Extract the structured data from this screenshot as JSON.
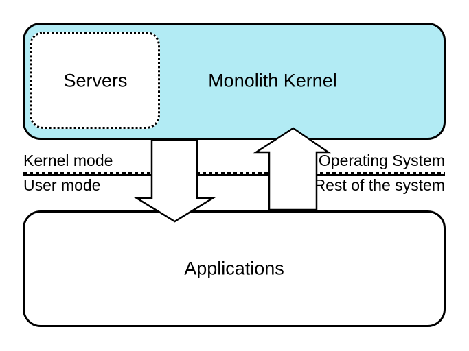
{
  "diagram": {
    "colors": {
      "kernel_fill": "#B2EBF4",
      "box_fill": "#FFFFFF",
      "stroke": "#000000"
    },
    "boxes": {
      "kernel": {
        "label": "Monolith Kernel"
      },
      "servers": {
        "label": "Servers"
      },
      "applications": {
        "label": "Applications"
      }
    },
    "divider": {
      "left_above": "Kernel mode",
      "left_below": "User mode",
      "right_above": "Operating System",
      "right_below": "Rest of the system"
    }
  }
}
